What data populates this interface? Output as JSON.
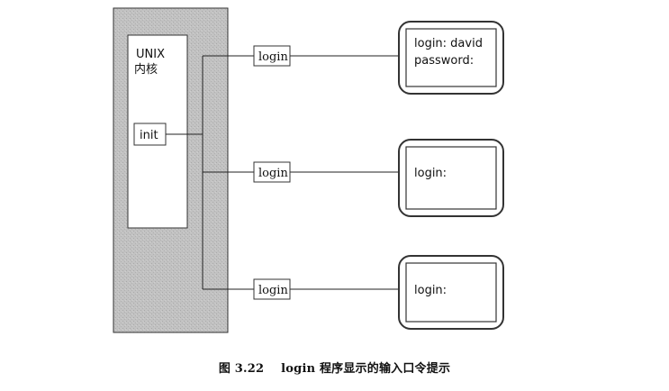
{
  "kernel": {
    "title_line1": "UNIX",
    "title_line2": "内核",
    "init_label": "init"
  },
  "login_programs": [
    {
      "label": "login"
    },
    {
      "label": "login"
    },
    {
      "label": "login"
    }
  ],
  "terminals": [
    {
      "line1": "login: david",
      "line2": "password:"
    },
    {
      "line1": "login:",
      "line2": ""
    },
    {
      "line1": "login:",
      "line2": ""
    }
  ],
  "caption": {
    "figure": "图 3.22",
    "text": "login 程序显示的输入口令提示"
  },
  "colors": {
    "kernel_fill": "#bdbdbd",
    "line": "#222222",
    "background": "#ffffff"
  }
}
